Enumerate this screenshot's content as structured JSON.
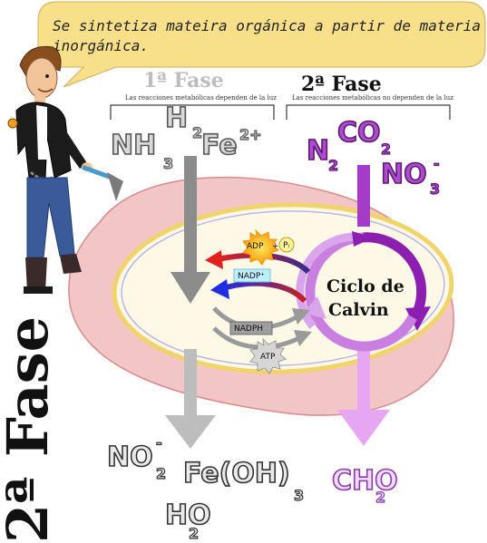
{
  "speech_bubble": "Se sintetiza mateira orgánica a partir de materia inorgánica.",
  "phase1": {
    "title": "1ª Fase",
    "subtitle": "Las reacciones metabólicas dependen de la luz",
    "inputs": {
      "nh3": "NH",
      "nh3_sub": "3",
      "h2": "H",
      "h2_sub": "2",
      "fe": "Fe",
      "fe_sup": "2+"
    }
  },
  "phase2": {
    "title": "2ª Fase",
    "subtitle": "Las reacciones metabólicas no dependen de la luz",
    "inputs": {
      "n2": "N",
      "n2_sub": "2",
      "co2": "CO",
      "co2_sub": "2",
      "no3": "NO",
      "no3_sub": "3",
      "no3_sup": "-"
    }
  },
  "chloroplast": {
    "cycle_line1": "Ciclo de",
    "cycle_line2": "Calvin",
    "adp": "ADP",
    "pi": "Pᵢ",
    "plus": "+",
    "nadp": "NADP⁺",
    "nadph": "NADPH",
    "atp": "ATP"
  },
  "outputs": {
    "no2": "NO",
    "no2_sub": "2",
    "no2_sup": "-",
    "feoh": "Fe(OH)",
    "feoh_sub": "3",
    "h2o": "HO",
    "h2o_sub": "2",
    "cho": "CHO",
    "cho_sub": "2"
  },
  "side_label": "2ª Fase",
  "colors": {
    "bubble": "#f8e08a",
    "purple": "#a43cc8",
    "light_purple": "#e7a6f2",
    "grey_arrow": "#8c8c8c",
    "outer_membrane": "#f1c4c4",
    "stroma": "#fdf9e6"
  }
}
